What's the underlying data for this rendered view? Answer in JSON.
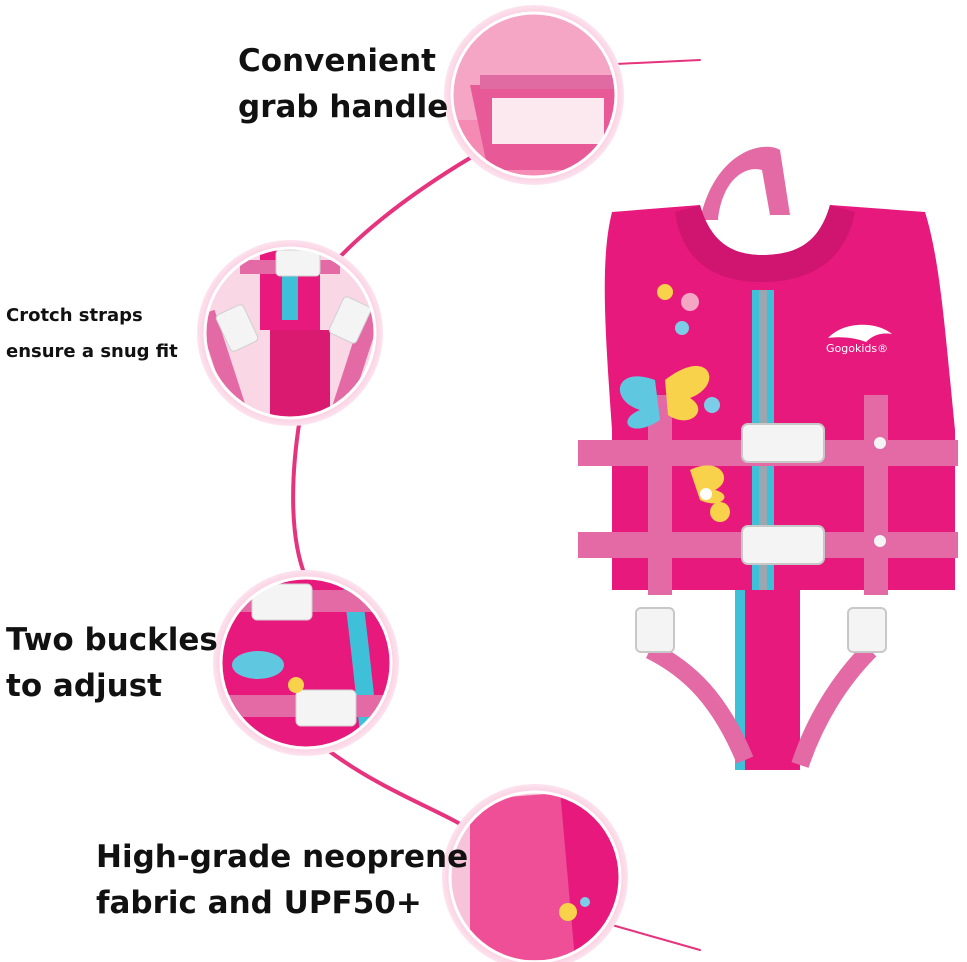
{
  "features": {
    "grab_handle": {
      "lines": [
        "Convenient",
        "grab handle"
      ]
    },
    "crotch_straps": {
      "lines": [
        "Crotch straps",
        "ensure a snug fit"
      ]
    },
    "buckles": {
      "lines": [
        "Two buckles",
        "to adjust"
      ]
    },
    "neoprene": {
      "lines": [
        "High-grade neoprene",
        "fabric and UPF50+"
      ]
    }
  },
  "product": {
    "brand": "Gogokids®"
  },
  "colors": {
    "vest_pink": "#e8197c",
    "vest_light": "#f04a99",
    "strap_pink": "#e46aa6",
    "zipper_blue": "#3ec1d8",
    "connector": "#e6337e",
    "buckle_white": "#f4f4f4"
  }
}
